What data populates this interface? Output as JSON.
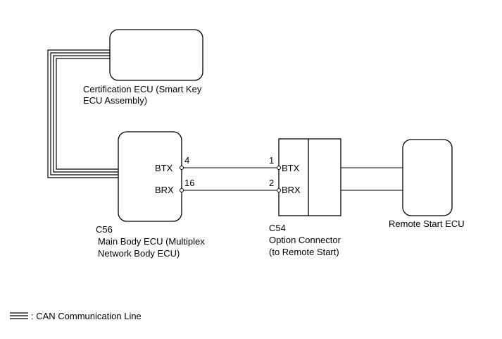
{
  "certification_ecu": {
    "label_line1": "Certification ECU (Smart Key",
    "label_line2": "ECU Assembly)"
  },
  "main_body_ecu": {
    "connector": "C56",
    "label_line1": "Main Body ECU (Multiplex",
    "label_line2": "Network Body ECU)",
    "pins": [
      {
        "number": "4",
        "signal": "BTX"
      },
      {
        "number": "16",
        "signal": "BRX"
      }
    ]
  },
  "option_connector": {
    "connector": "C54",
    "label_line1": "Option Connector",
    "label_line2": "(to Remote Start)",
    "pins": [
      {
        "number": "1",
        "signal": "BTX"
      },
      {
        "number": "2",
        "signal": "BRX"
      }
    ]
  },
  "remote_start_ecu": {
    "label": "Remote Start ECU"
  },
  "legend": {
    "can_line": ": CAN Communication Line"
  }
}
